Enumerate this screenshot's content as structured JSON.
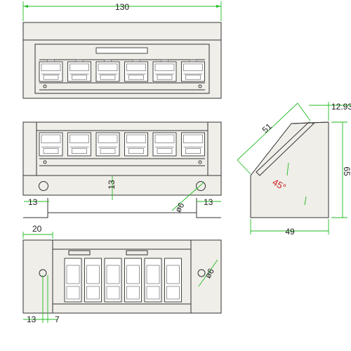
{
  "dimensions": {
    "overall_width": "130",
    "front_center": "13",
    "front_left_offset": "13",
    "front_right_offset": "13",
    "front_hole_dia": "ø6",
    "side_width": "49",
    "side_height": "65",
    "side_slant": "51",
    "side_top_offset": "12.93",
    "side_angle": "45°",
    "bottom_flange": "20",
    "bottom_hole_dia": "ø6",
    "bottom_left_offset": "13",
    "bottom_hole_gap": "7"
  },
  "colors": {
    "outline": "#333333",
    "dimension": "#22bb22",
    "angle_label": "#cc2222",
    "body_fill": "#efeee9"
  },
  "port_count_per_row": 6
}
